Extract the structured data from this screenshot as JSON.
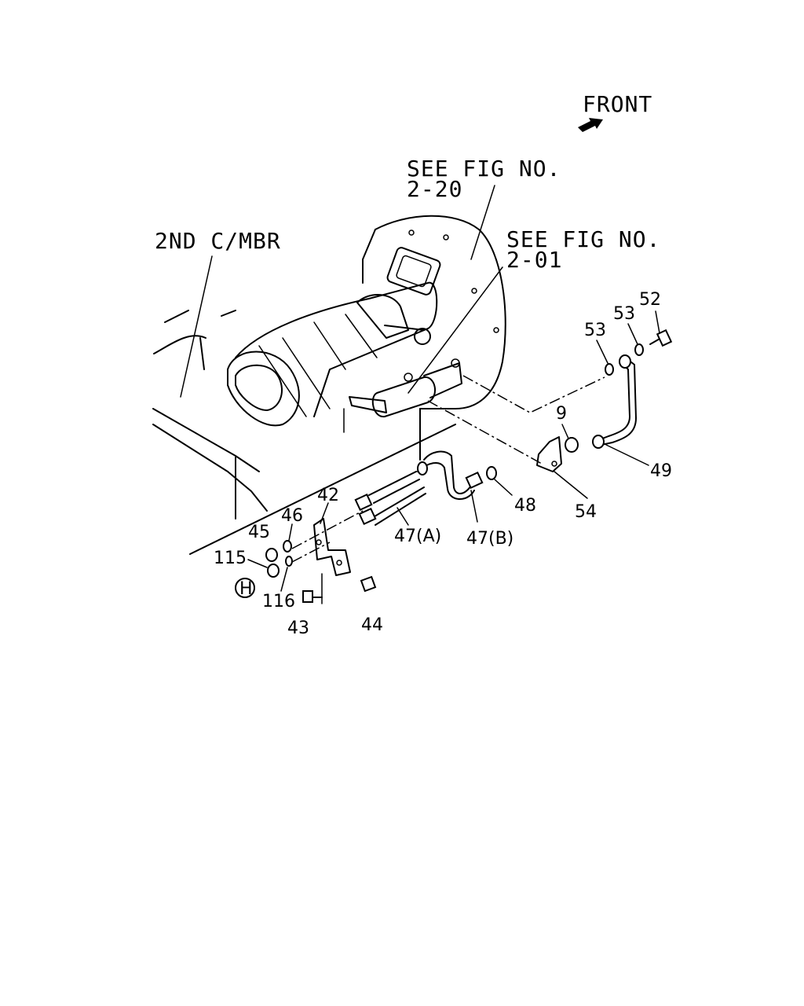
{
  "labels": {
    "front": "FRONT",
    "see_fig_220_line1": "SEE FIG NO.",
    "see_fig_220_line2": "2-20",
    "see_fig_201_line1": "SEE FIG NO.",
    "see_fig_201_line2": "2-01",
    "crossmember": "2ND C/MBR"
  },
  "callouts": {
    "c52": "52",
    "c53a": "53",
    "c53b": "53",
    "c9": "9",
    "c49": "49",
    "c54": "54",
    "c48": "48",
    "c47a": "47(A)",
    "c47b": "47(B)",
    "c42": "42",
    "c46": "46",
    "c45": "45",
    "c115": "115",
    "c116": "116",
    "c43": "43",
    "c44": "44",
    "circle_h": "H"
  },
  "icons": {
    "front_arrow": "arrow-right-icon"
  }
}
